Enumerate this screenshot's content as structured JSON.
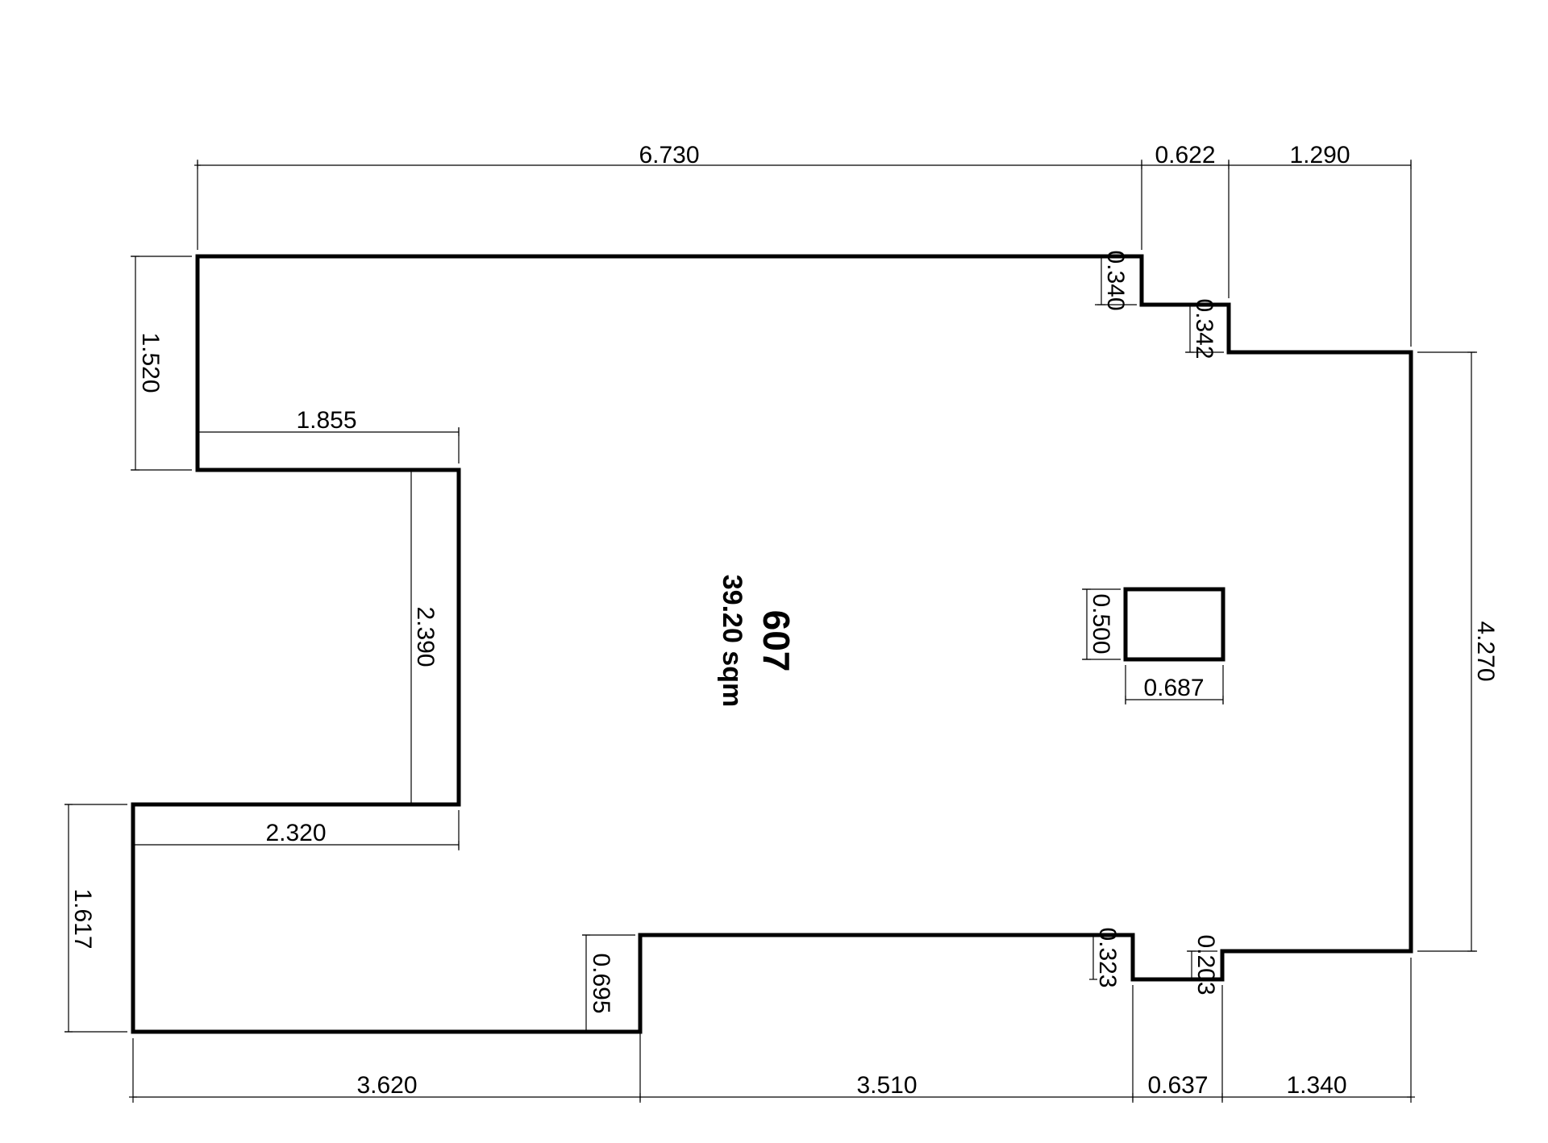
{
  "room": {
    "id": "607",
    "area": "39.20 sqm"
  },
  "dimensions": {
    "top_1": "6.730",
    "top_2": "0.622",
    "top_3": "1.290",
    "left_upper": "1.520",
    "notch_width": "1.855",
    "notch_height": "2.390",
    "left_mid_width": "2.320",
    "left_lower": "1.617",
    "bottom_step_height": "0.695",
    "bottom_1": "3.620",
    "bottom_2": "3.510",
    "bottom_3": "0.637",
    "bottom_4": "1.340",
    "right": "4.270",
    "step_top_1": "0.340",
    "step_top_2": "0.342",
    "step_bottom_1": "0.323",
    "step_bottom_2": "0.203",
    "column_height": "0.500",
    "column_width": "0.687"
  },
  "colors": {
    "line": "#000000",
    "background": "#ffffff"
  }
}
